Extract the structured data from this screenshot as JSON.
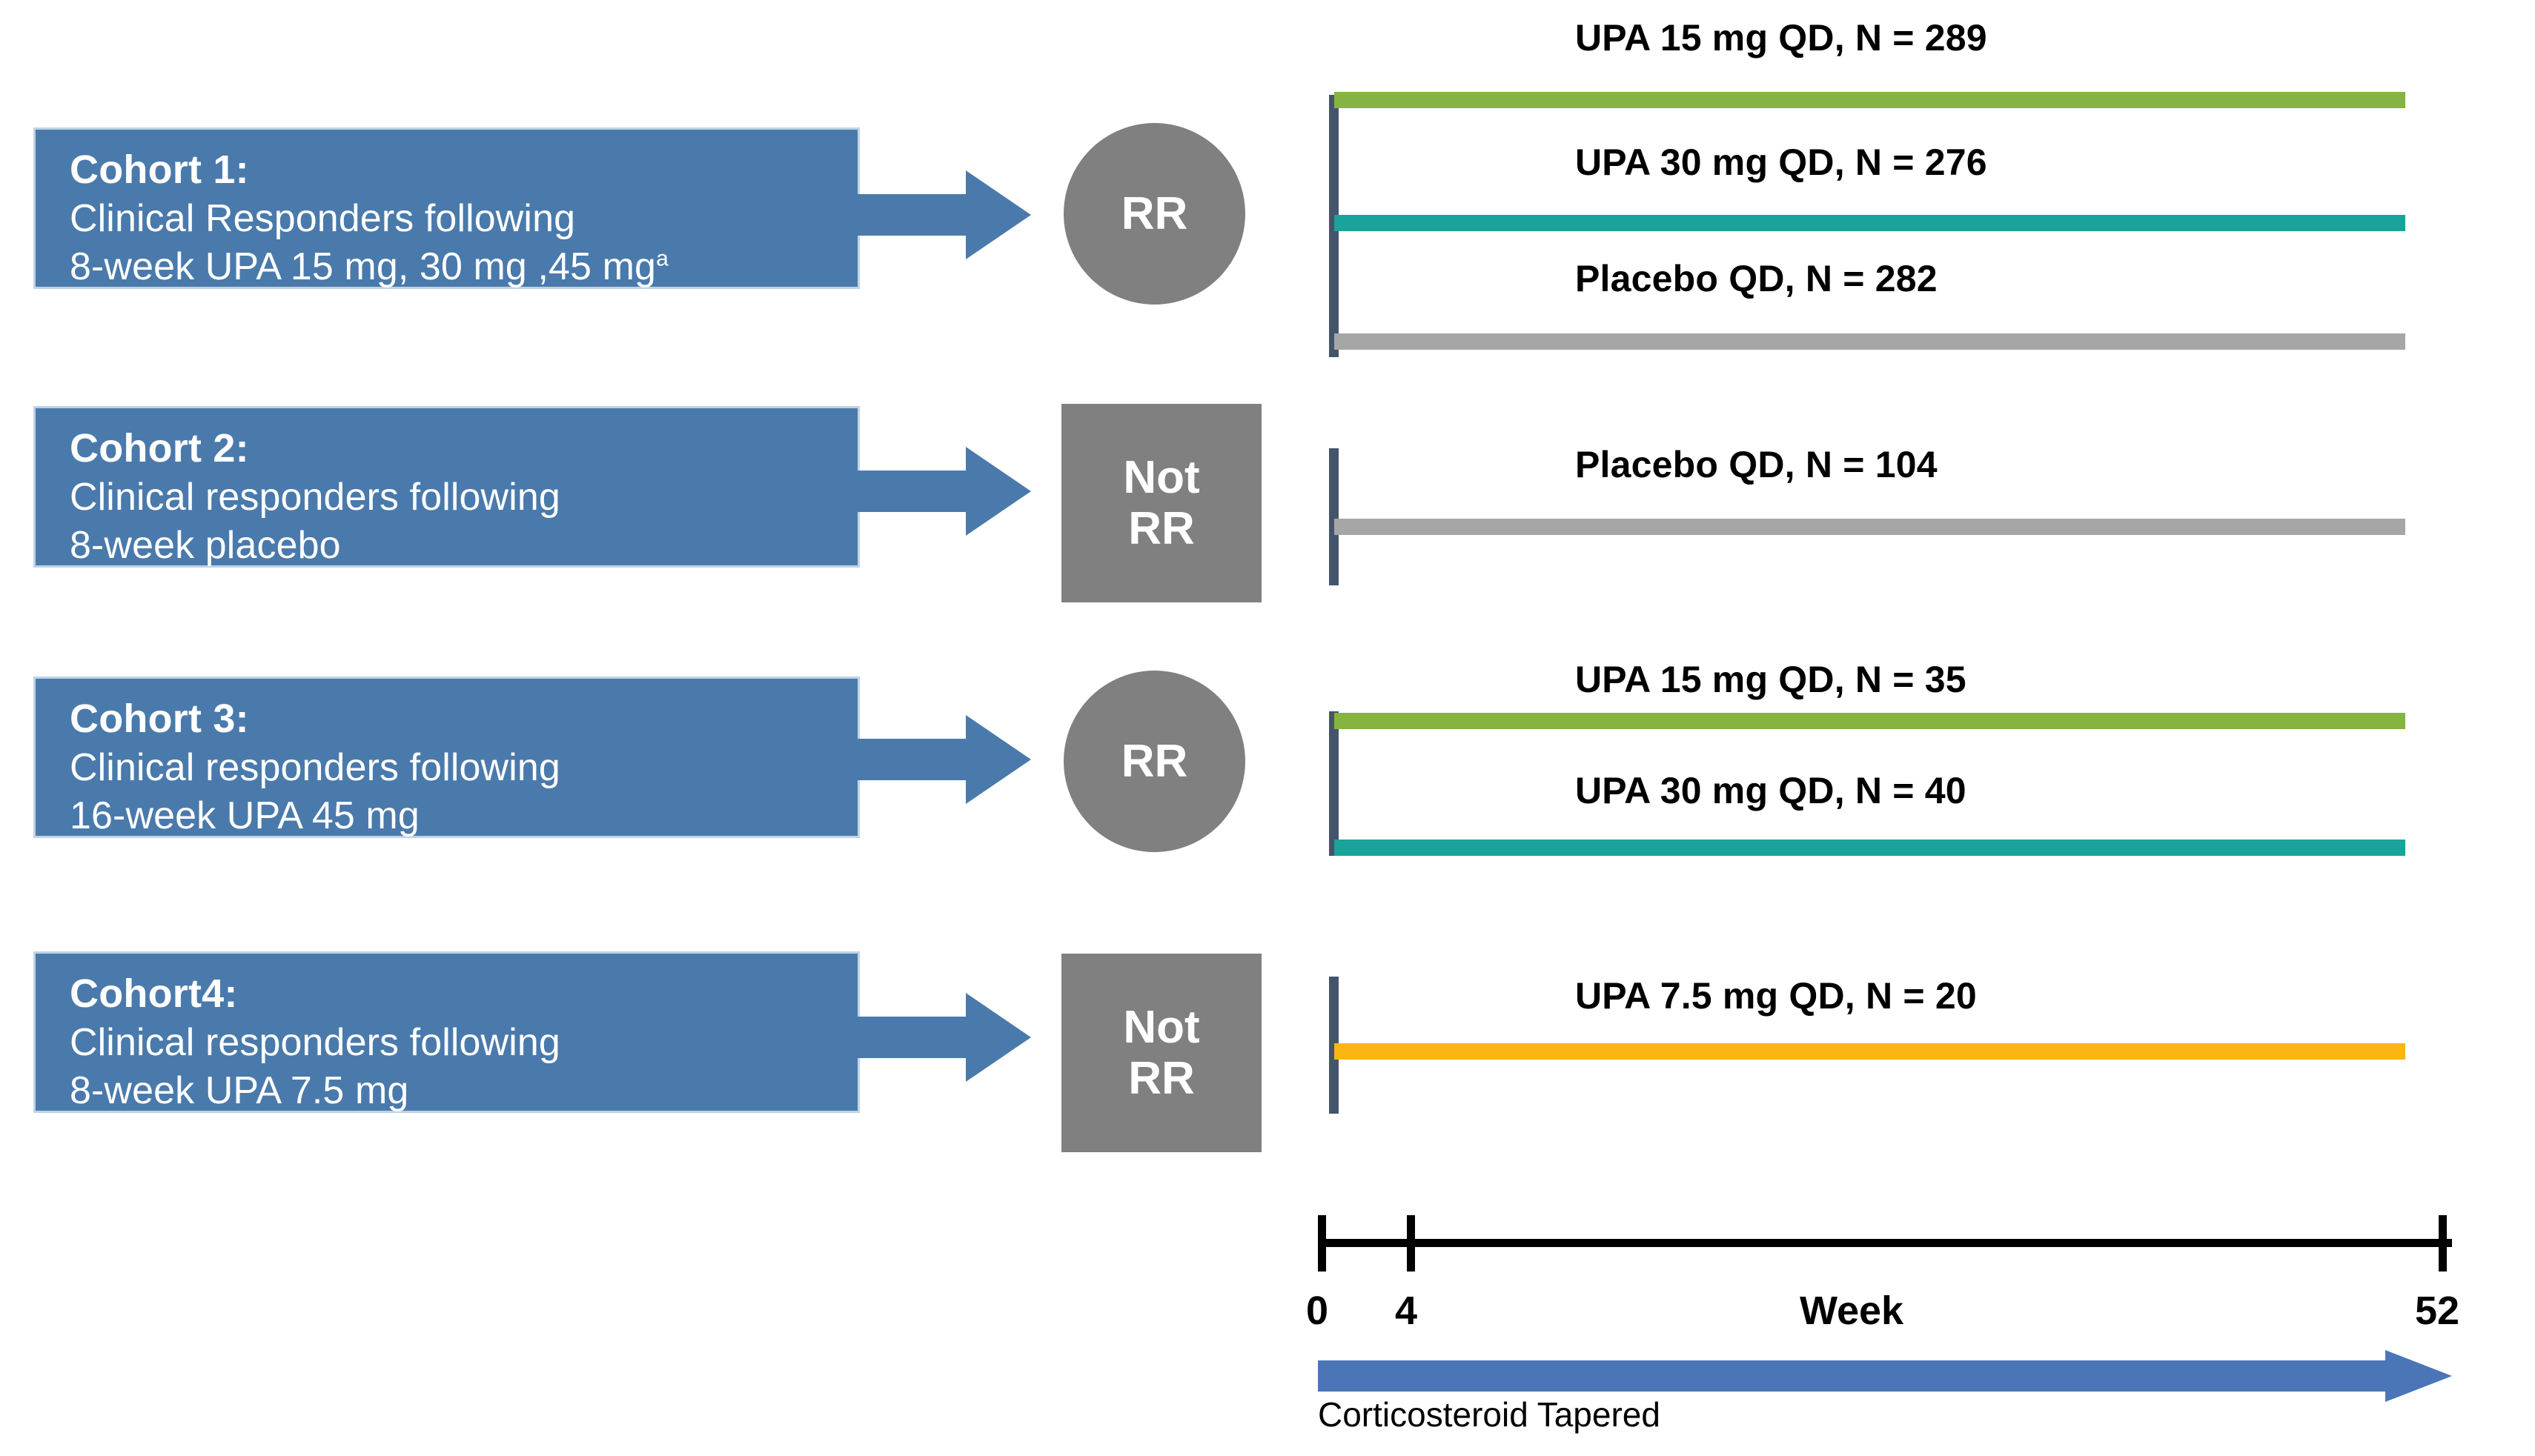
{
  "diagram": {
    "title": "Clinical trial cohort maintenance design",
    "colors": {
      "cohort_box": "#4A7AAC",
      "cohort_box_border": "#BFD3E6",
      "arrow": "#4A7AAC",
      "rr_shape": "#808080",
      "axis_line": "#44546A",
      "upa15_green": "#85B440",
      "upa30_teal": "#1AA39A",
      "placebo_gray": "#A6A6A6",
      "upa75_amber": "#FBB614",
      "timeline_axis": "#000000",
      "corticosteroid_arrow": "#4A76B8"
    }
  },
  "cohorts": [
    {
      "id": "cohort-1",
      "title": "Cohort  1:",
      "line1": "Clinical Responders following",
      "line2": " 8-week UPA 15 mg, 30 mg ,45 mg",
      "line2_sup": "a",
      "status_shape": "circle",
      "status_label": "RR",
      "arms": [
        {
          "label": "UPA 15 mg QD, N = 289",
          "color_key": "upa15_green",
          "drug": "UPA",
          "dose": "15 mg",
          "frequency": "QD",
          "n": 289
        },
        {
          "label": "UPA 30 mg QD, N = 276",
          "color_key": "upa30_teal",
          "drug": "UPA",
          "dose": "30 mg",
          "frequency": "QD",
          "n": 276
        },
        {
          "label": "Placebo QD, N = 282",
          "color_key": "placebo_gray",
          "drug": "Placebo",
          "dose": "",
          "frequency": "QD",
          "n": 282
        }
      ]
    },
    {
      "id": "cohort-2",
      "title": "Cohort 2:",
      "line1": "Clinical responders following",
      "line2": "8-week placebo",
      "line2_sup": "",
      "status_shape": "square",
      "status_label": "Not\nRR",
      "arms": [
        {
          "label": "Placebo QD, N = 104",
          "color_key": "placebo_gray",
          "drug": "Placebo",
          "dose": "",
          "frequency": "QD",
          "n": 104
        }
      ]
    },
    {
      "id": "cohort-3",
      "title": "Cohort 3:",
      "line1": "Clinical responders following",
      "line2": "16-week UPA 45 mg",
      "line2_sup": "",
      "status_shape": "circle",
      "status_label": "RR",
      "arms": [
        {
          "label": "UPA 15 mg QD, N = 35",
          "color_key": "upa15_green",
          "drug": "UPA",
          "dose": "15 mg",
          "frequency": "QD",
          "n": 35
        },
        {
          "label": "UPA 30 mg QD, N = 40",
          "color_key": "upa30_teal",
          "drug": "UPA",
          "dose": "30 mg",
          "frequency": "QD",
          "n": 40
        }
      ]
    },
    {
      "id": "cohort-4",
      "title": " Cohort4:",
      "line1": "Clinical  responders following",
      "line2": "8-week UPA 7.5 mg",
      "line2_sup": "",
      "status_shape": "square",
      "status_label": "Not\nRR",
      "arms": [
        {
          "label": "UPA 7.5 mg QD, N = 20",
          "color_key": "upa75_amber",
          "drug": "UPA",
          "dose": "7.5 mg",
          "frequency": "QD",
          "n": 20
        }
      ]
    }
  ],
  "timeline": {
    "unit_label": "Week",
    "ticks": [
      {
        "value": "0",
        "week": 0
      },
      {
        "value": "4",
        "week": 4
      },
      {
        "value": "52",
        "week": 52
      }
    ],
    "corticosteroid_label": "Corticosteroid  Tapered"
  },
  "status_labels": {
    "rr": "RR",
    "not_rr_line1": "Not",
    "not_rr_line2": "RR"
  }
}
